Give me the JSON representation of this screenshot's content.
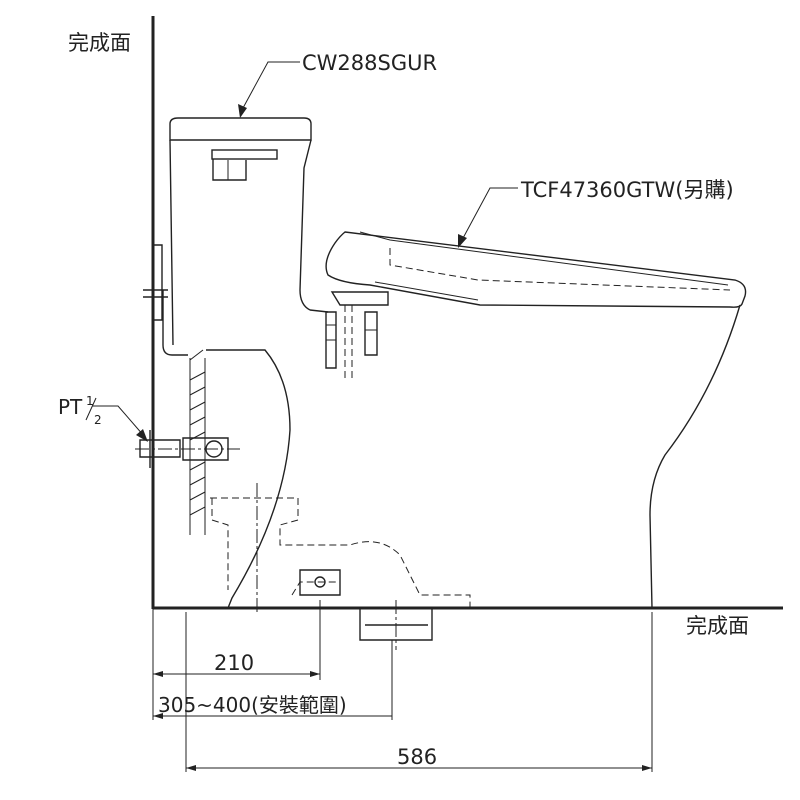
{
  "labels": {
    "wall_top": "完成面",
    "floor_right": "完成面",
    "toilet_model": "CW288SGUR",
    "seat_model": "TCF47360GTW(另購)",
    "pipe_thread_main": "PT",
    "pipe_thread_num": "1",
    "pipe_thread_den": "2"
  },
  "dimensions": {
    "rough_in": "210",
    "install_range": "305~400(安裝範圍)",
    "overall_depth": "586"
  }
}
